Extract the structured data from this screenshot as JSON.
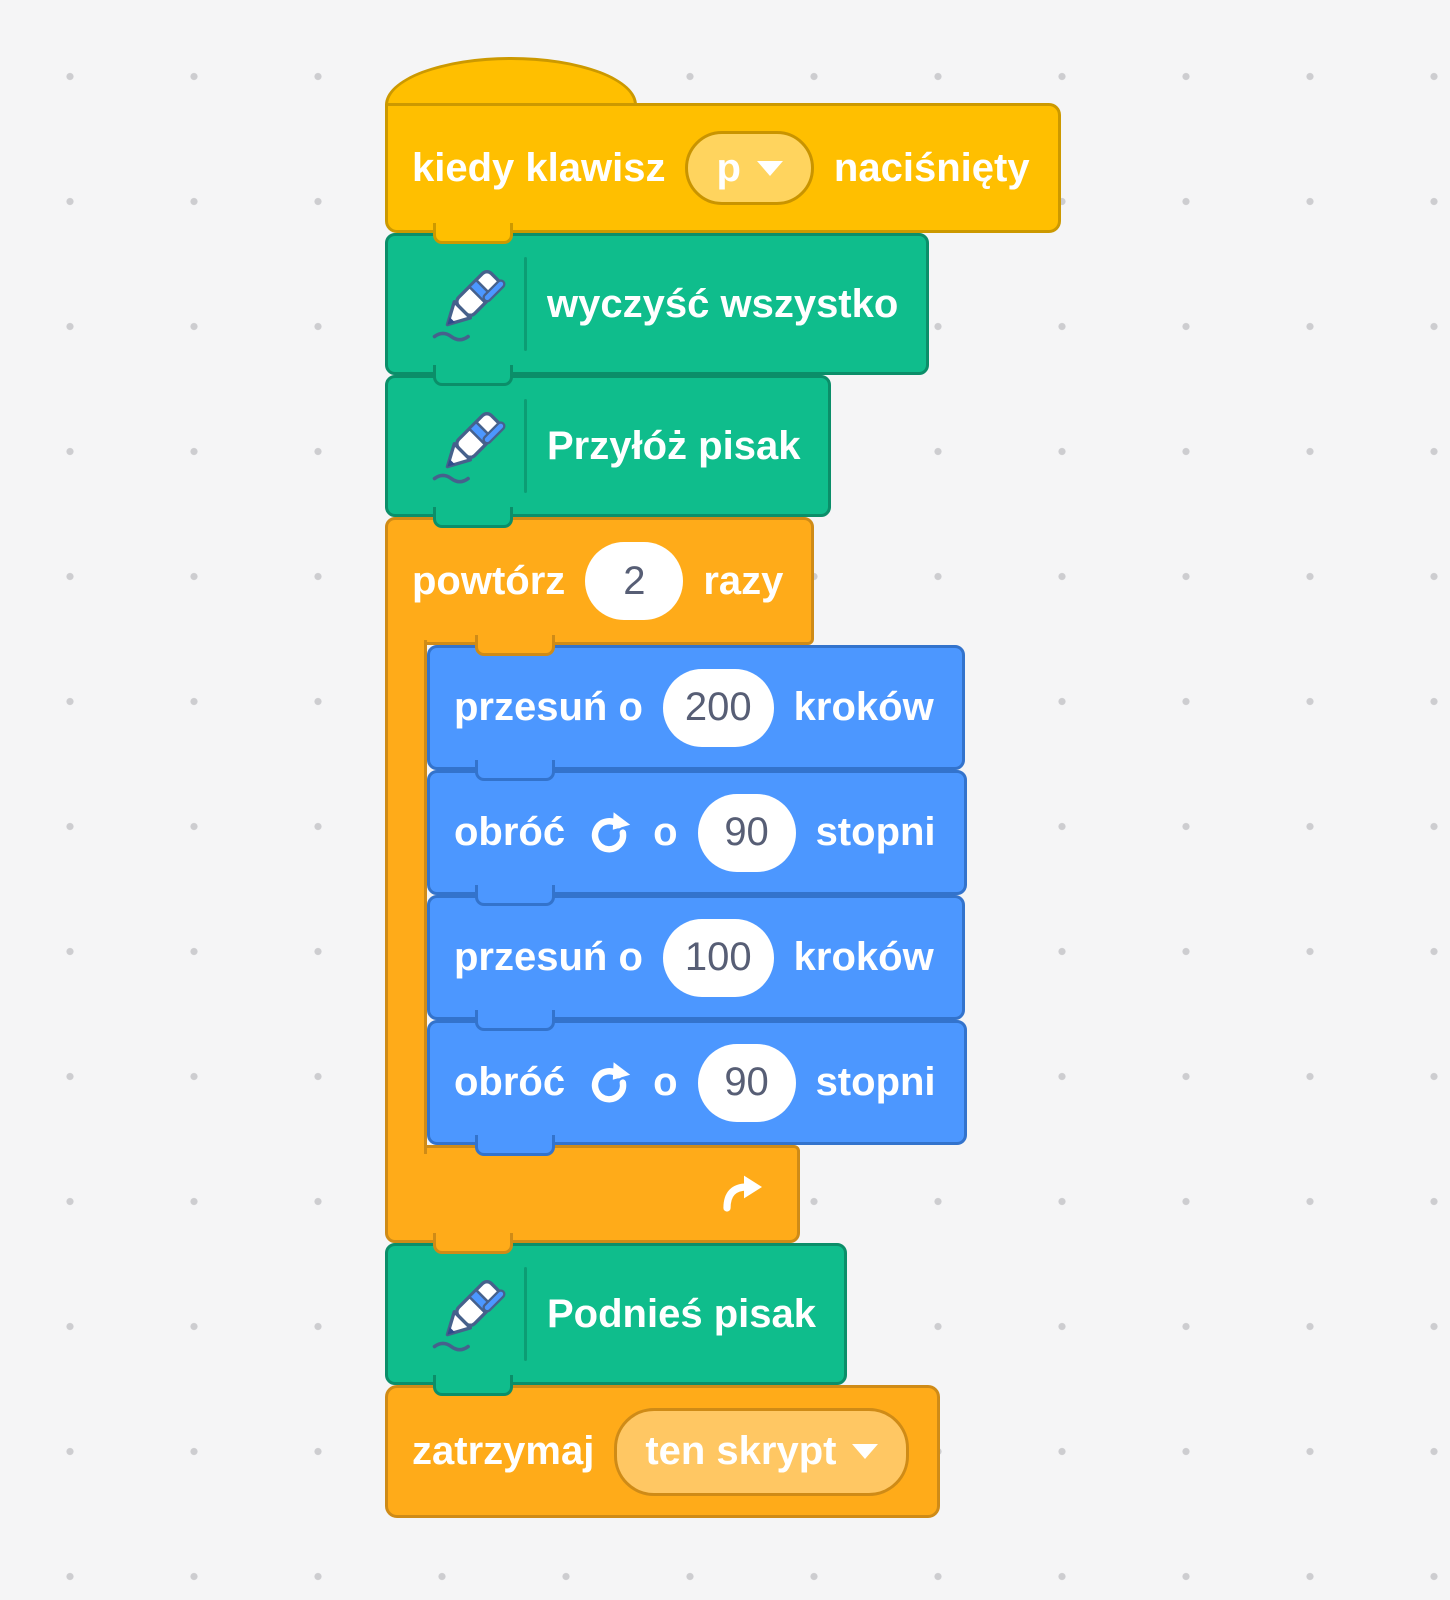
{
  "canvas": {
    "background": "#f5f5f6",
    "dot_color": "#cdcdd0"
  },
  "palette": {
    "events_fill": "#FFBF00",
    "events_stroke": "#CC9900",
    "control_fill": "#FFAB19",
    "control_stroke": "#CF8B17",
    "motion_fill": "#4C97FF",
    "motion_stroke": "#3373CC",
    "pen_fill": "#0FBD8C",
    "pen_stroke": "#0B8E69",
    "field_text": "#575E75"
  },
  "icons": {
    "pen": "pen-icon",
    "turn": "turn-clockwise-icon",
    "loop": "loop-arrow-icon",
    "caret": "chevron-down-icon"
  },
  "script": {
    "hat": {
      "prefix": "kiedy klawisz",
      "key": "p",
      "suffix": "naciśnięty"
    },
    "erase_all": {
      "label": "wyczyść wszystko"
    },
    "pen_down": {
      "label": "Przyłóż pisak"
    },
    "repeat": {
      "prefix": "powtórz",
      "count": "2",
      "suffix": "razy"
    },
    "body": [
      {
        "type": "move",
        "prefix": "przesuń o",
        "value": "200",
        "suffix": "kroków"
      },
      {
        "type": "turn",
        "prefix": "obróć",
        "mid": "o",
        "value": "90",
        "suffix": "stopni"
      },
      {
        "type": "move",
        "prefix": "przesuń o",
        "value": "100",
        "suffix": "kroków"
      },
      {
        "type": "turn",
        "prefix": "obróć",
        "mid": "o",
        "value": "90",
        "suffix": "stopni"
      }
    ],
    "pen_up": {
      "label": "Podnieś pisak"
    },
    "stop": {
      "prefix": "zatrzymaj",
      "option": "ten skrypt"
    }
  }
}
